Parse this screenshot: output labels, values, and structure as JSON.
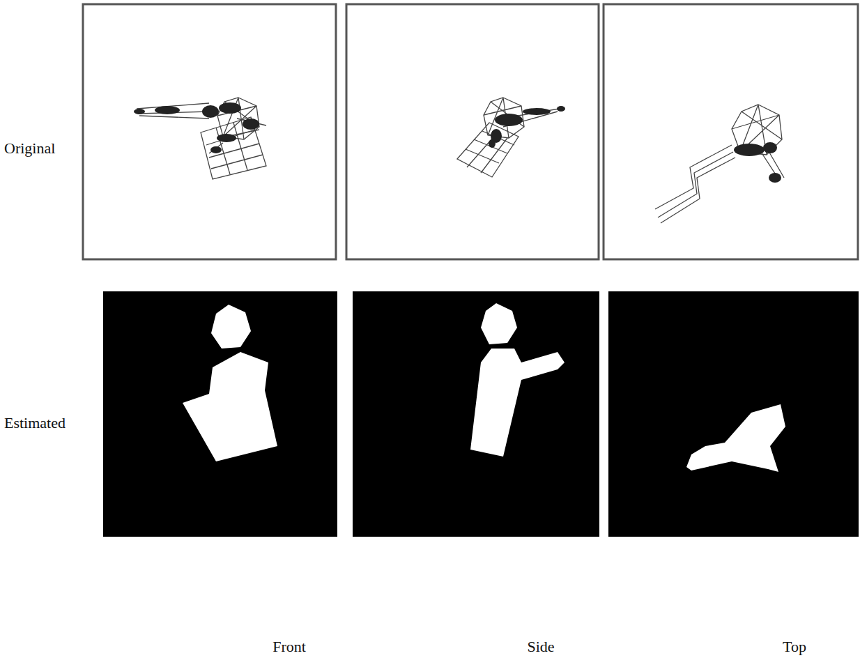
{
  "diagram": {
    "labels": [
      "Original",
      "Estimated",
      "Front",
      "Side",
      "Top"
    ]
  }
}
